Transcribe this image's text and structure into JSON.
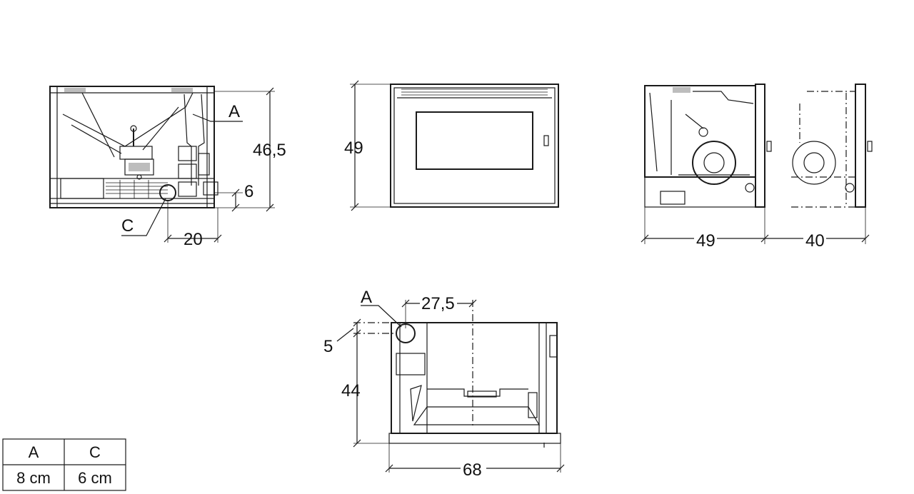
{
  "labels": {
    "front_A": "A",
    "front_C": "C",
    "front_height": "46,5",
    "front_offset": "6",
    "front_width": "20",
    "mid_height": "49",
    "side_depth": "49",
    "side_extra": "40",
    "top_A": "A",
    "top_offset_x": "27,5",
    "top_offset_y": "5",
    "top_depth": "44",
    "top_width": "68"
  },
  "table": {
    "headers": [
      "A",
      "C"
    ],
    "values": [
      "8 cm",
      "6 cm"
    ]
  }
}
